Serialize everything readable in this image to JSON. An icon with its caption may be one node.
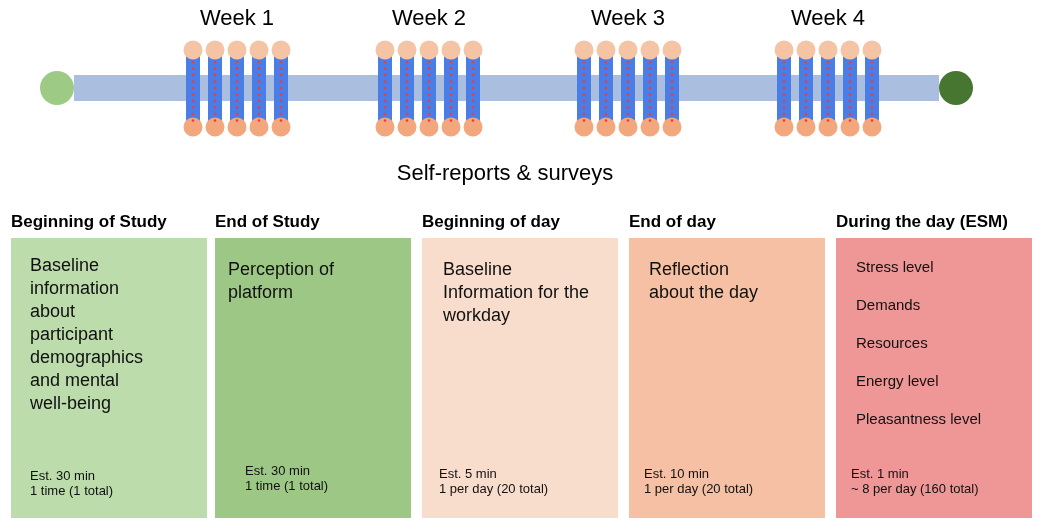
{
  "diagram": {
    "nodes": [
      {
        "text": [],
        "shape": "circle"
      },
      {
        "text": [],
        "shape": "circle"
      },
      {
        "text": [
          "Beginning of Study",
          "Baseline information about participant demographics and mental well-being",
          "Est. 30 min",
          "1 time (1 total)"
        ]
      },
      {
        "text": [
          "End of Study",
          "Perception of platform",
          "Est. 30 min",
          "1 time (1 total)"
        ]
      },
      {
        "text": [
          "Beginning of day",
          "Baseline Information for the workday",
          "Est. 5 min",
          "1 per day (20 total)"
        ]
      },
      {
        "text": [
          "End of day",
          "Reflection about the day",
          "Est. 10 min",
          "1 per day (20 total)"
        ]
      },
      {
        "text": [
          "During the day (ESM)",
          "Stress level",
          "Demands",
          "Resources",
          "Energy level",
          "Pleasantness level",
          "Est. 1 min",
          "~ 8 per day (160 total)"
        ]
      }
    ],
    "edges": [
      {
        "from": 0,
        "to": 1,
        "arrow": "none"
      }
    ],
    "labels": [
      "Week 1",
      "Week 2",
      "Week 3",
      "Week 4",
      "Self-reports & surveys"
    ]
  }
}
